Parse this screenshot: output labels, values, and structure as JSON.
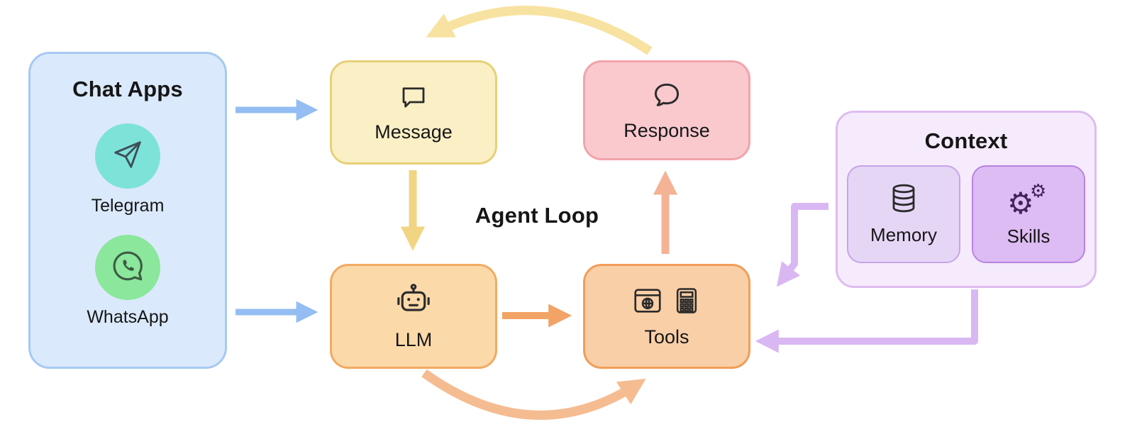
{
  "diagram": {
    "center_label": "Agent Loop",
    "chat_apps": {
      "title": "Chat Apps",
      "items": [
        {
          "label": "Telegram",
          "icon": "telegram-icon",
          "circle_color": "#7de3d8"
        },
        {
          "label": "WhatsApp",
          "icon": "whatsapp-icon",
          "circle_color": "#8be79b"
        }
      ]
    },
    "message": {
      "label": "Message",
      "icon": "square-speech-bubble-icon"
    },
    "response": {
      "label": "Response",
      "icon": "round-speech-bubble-icon"
    },
    "llm": {
      "label": "LLM",
      "icon": "robot-icon"
    },
    "tools": {
      "label": "Tools",
      "icons": [
        "browser-globe-icon",
        "calculator-icon"
      ]
    },
    "context": {
      "title": "Context",
      "children": [
        {
          "label": "Memory",
          "icon": "database-icon"
        },
        {
          "label": "Skills",
          "icon": "gears-icon"
        }
      ]
    },
    "edges": [
      {
        "from": "chat-apps",
        "to": "message",
        "color": "#93bdf3"
      },
      {
        "from": "chat-apps",
        "to": "llm",
        "color": "#93bdf3"
      },
      {
        "from": "message",
        "to": "llm",
        "color": "#f1d583"
      },
      {
        "from": "llm",
        "to": "tools",
        "color": "#f2a366"
      },
      {
        "from": "tools",
        "to": "response",
        "color": "#f3b394"
      },
      {
        "from": "response",
        "to": "message",
        "color": "#f8e2a1",
        "style": "curved-top"
      },
      {
        "from": "llm",
        "to": "tools",
        "color": "#f5bc92",
        "style": "curved-bottom"
      },
      {
        "from": "context-memory",
        "to": "tools",
        "color": "#d9b7f3",
        "style": "elbow-down"
      },
      {
        "from": "context-skills",
        "to": "tools",
        "color": "#d9b7f3",
        "style": "elbow-left"
      }
    ],
    "colors": {
      "chat_apps_fill": "#dbe9fc",
      "chat_apps_border": "#a6c9f3",
      "telegram_circle": "#7de3d8",
      "whatsapp_circle": "#8be79b",
      "message_fill": "#faefc5",
      "message_border": "#e7d077",
      "response_fill": "#f9c9ce",
      "response_border": "#f2a3ab",
      "llm_fill": "#fbd9a9",
      "llm_border": "#f2aa62",
      "tools_fill": "#f9cfa7",
      "tools_border": "#f09e58",
      "context_fill": "#f5ebfc",
      "context_border": "#debcf0",
      "memory_fill": "#e6d6f6",
      "memory_border": "#c7a4e8",
      "skills_fill": "#ddbbf3",
      "skills_border": "#ba82e2"
    }
  }
}
